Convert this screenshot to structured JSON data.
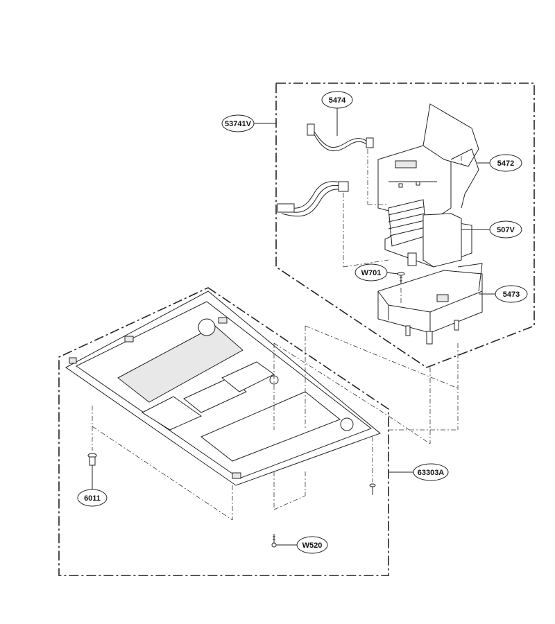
{
  "callouts": {
    "assembly_upper": "53741V",
    "harness_small": "5474",
    "bracket": "5472",
    "pcb": "507V",
    "screw_upper": "W701",
    "base": "5473",
    "assembly_lower": "63303A",
    "foot": "6011",
    "screw_lower": "W520"
  }
}
